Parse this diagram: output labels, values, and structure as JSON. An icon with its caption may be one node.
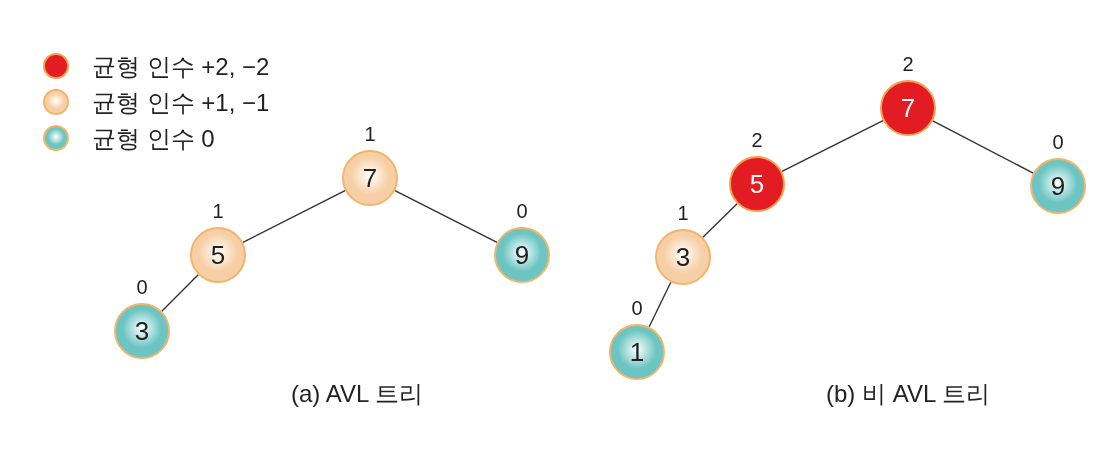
{
  "diagram": {
    "nodes": [
      {
        "text": [
          "7"
        ],
        "beside": [
          "1"
        ]
      },
      {
        "text": [
          "5"
        ],
        "beside": [
          "1"
        ]
      },
      {
        "text": [
          "9"
        ],
        "beside": [
          "0"
        ]
      },
      {
        "text": [
          "3"
        ],
        "beside": [
          "0"
        ]
      },
      {
        "text": [
          "7"
        ],
        "beside": [
          "2"
        ]
      },
      {
        "text": [
          "5"
        ],
        "beside": [
          "2"
        ]
      },
      {
        "text": [
          "9"
        ],
        "beside": [
          "0"
        ]
      },
      {
        "text": [
          "3"
        ],
        "beside": [
          "1"
        ]
      },
      {
        "text": [
          "1"
        ],
        "beside": [
          "0"
        ]
      }
    ],
    "edges": [
      {
        "from": 0,
        "to": 1,
        "arrow": "none"
      },
      {
        "from": 0,
        "to": 2,
        "arrow": "none"
      },
      {
        "from": 1,
        "to": 3,
        "arrow": "none"
      },
      {
        "from": 4,
        "to": 5,
        "arrow": "none"
      },
      {
        "from": 4,
        "to": 6,
        "arrow": "none"
      },
      {
        "from": 5,
        "to": 7,
        "arrow": "none"
      },
      {
        "from": 7,
        "to": 8,
        "arrow": "none"
      }
    ],
    "labels": [
      "(a) AVL 트리",
      "(b) 비 AVL 트리"
    ],
    "legend": [
      {
        "text": "균형 인수 +2, −2",
        "color": "#e31b23"
      },
      {
        "text": "균형 인수 +1, −1",
        "color": "#f7cfa6"
      },
      {
        "text": "균형 인수 0",
        "color": "#6cc5c3"
      }
    ]
  }
}
